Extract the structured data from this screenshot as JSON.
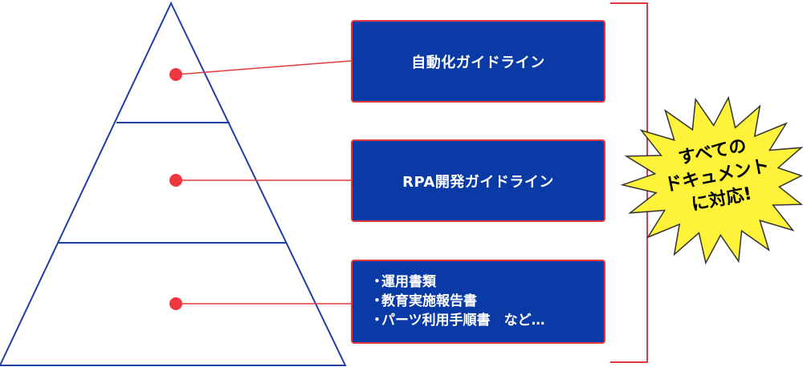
{
  "levels": [
    {
      "label": "自動化ガイドライン"
    },
    {
      "label": "RPA開発ガイドライン"
    },
    {
      "items": [
        "運用書類",
        "教育実施報告書",
        "パーツ利用手順書　など…"
      ]
    }
  ],
  "bullet_char": "・",
  "badge": {
    "lines": [
      "すべての",
      "ドキュメント",
      "に対応!"
    ]
  },
  "colors": {
    "pyramid": "#1f3fa8",
    "box": "#0a3aa5",
    "connector": "#e0393f",
    "badge_fill": "#fff23a",
    "bracket": "#e0393f"
  }
}
